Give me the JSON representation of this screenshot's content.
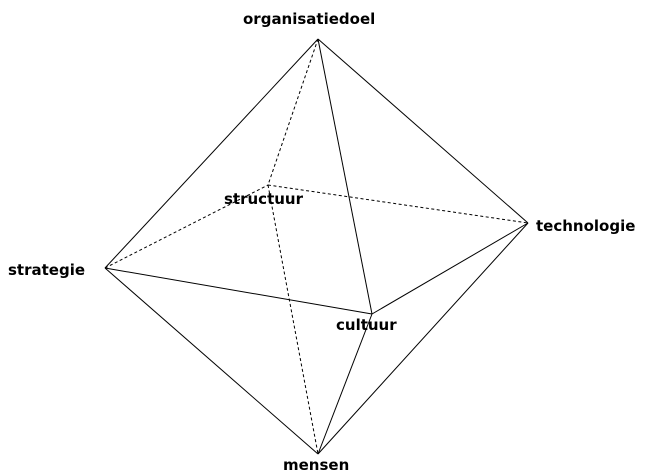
{
  "diagram": {
    "nodes": [
      {
        "id": "organisatiedoel",
        "label": "organisatiedoel"
      },
      {
        "id": "structuur",
        "label": "structuur"
      },
      {
        "id": "technologie",
        "label": "technologie"
      },
      {
        "id": "strategie",
        "label": "strategie"
      },
      {
        "id": "cultuur",
        "label": "cultuur"
      },
      {
        "id": "mensen",
        "label": "mensen"
      }
    ],
    "edges": [
      {
        "from": "organisatiedoel",
        "to": "strategie",
        "style": "solid"
      },
      {
        "from": "organisatiedoel",
        "to": "technologie",
        "style": "solid"
      },
      {
        "from": "organisatiedoel",
        "to": "cultuur",
        "style": "solid"
      },
      {
        "from": "organisatiedoel",
        "to": "structuur",
        "style": "dashed"
      },
      {
        "from": "strategie",
        "to": "mensen",
        "style": "solid"
      },
      {
        "from": "technologie",
        "to": "mensen",
        "style": "solid"
      },
      {
        "from": "strategie",
        "to": "cultuur",
        "style": "solid"
      },
      {
        "from": "cultuur",
        "to": "technologie",
        "style": "solid"
      },
      {
        "from": "cultuur",
        "to": "mensen",
        "style": "solid"
      },
      {
        "from": "strategie",
        "to": "structuur",
        "style": "dashed"
      },
      {
        "from": "structuur",
        "to": "technologie",
        "style": "dashed"
      },
      {
        "from": "structuur",
        "to": "mensen",
        "style": "dashed"
      }
    ]
  }
}
